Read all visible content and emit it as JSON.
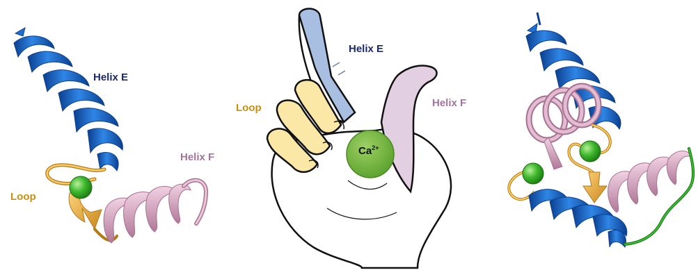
{
  "colors": {
    "helix_e": "#1e6fd0",
    "helix_e_dark": "#0b3f8f",
    "helix_f": "#d9a9c5",
    "helix_f_dark": "#a7708f",
    "loop": "#e9b24a",
    "loop_dark": "#b07b18",
    "calcium": "#3fb82e",
    "linker": "#23a51e",
    "label_e": "#1b2a6b",
    "label_f": "#a0779a",
    "label_loop": "#c98f12",
    "finger_e": "#a8bfe2",
    "thumb_f": "#e2cfe2",
    "fingers_loop": "#fbe7a6",
    "ca_ball": "#7dbd44"
  },
  "left_panel": {
    "helix_e_label": "Helix E",
    "helix_f_label": "Helix F",
    "loop_label": "Loop"
  },
  "middle_panel": {
    "helix_e_label": "Helix E",
    "helix_f_label": "Helix F",
    "loop_label": "Loop",
    "ion_symbol": "Ca",
    "ion_charge": "2+"
  },
  "right_panel": {}
}
